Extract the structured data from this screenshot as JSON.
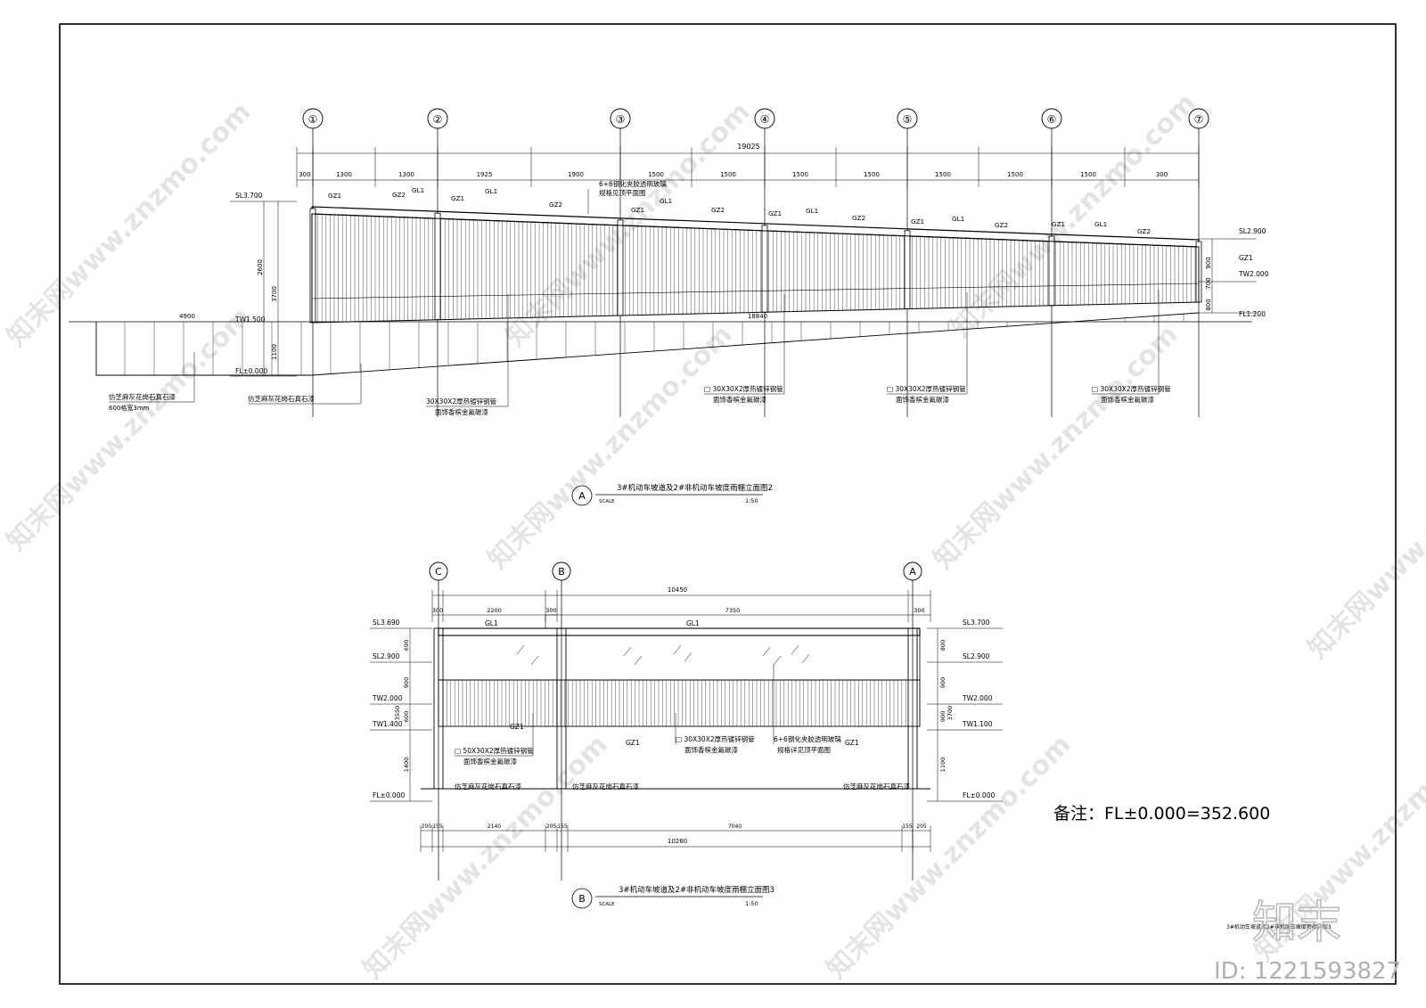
{
  "elev_a": {
    "axes": [
      "①",
      "②",
      "③",
      "④",
      "⑤",
      "⑥",
      "⑦"
    ],
    "total_dim": "19025",
    "dims": [
      "300",
      "1300",
      "1300",
      "1925",
      "1900",
      "1500",
      "1500",
      "1500",
      "1500",
      "1500",
      "1500",
      "1500",
      "300"
    ],
    "levels": {
      "sl_left": "SL3.700",
      "tw_left": "TW1.500",
      "fl": "FL±0.000",
      "sl_right": "SL2.900",
      "tw_right": "TW2.000",
      "fl_right": "FL1.200",
      "gz_right": "GZ1"
    },
    "vdims_left": [
      "2600",
      "3700",
      "1100"
    ],
    "vdims_right": [
      "900",
      "700",
      "800"
    ],
    "beam_tags": [
      "GZ1",
      "GZ2",
      "GL1",
      "GZ1",
      "GL1",
      "GZ2",
      "GZ1",
      "GL1",
      "GZ2",
      "GZ1",
      "GL1",
      "GZ2",
      "GZ1",
      "GL1",
      "GZ2",
      "GZ1",
      "GL1",
      "GZ2"
    ],
    "ramp_len": "4900",
    "span_len": "18840",
    "notes": {
      "glass": [
        "6+6钢化夹胶透明玻璃",
        "规格见顶平面图"
      ],
      "ramp": [
        "仿芝麻灰花岗石真石漆",
        "600格宽3mm"
      ],
      "wall": [
        "仿芝麻灰花岗石真石漆"
      ],
      "pipe1": [
        "30X30X2厚热镀锌钢管",
        "面饰香槟金氟碳漆"
      ],
      "pipe2": [
        "□ 30X30X2厚热镀锌钢管",
        "面饰香槟金氟碳漆"
      ],
      "pipe3": [
        "□ 30X30X2厚热镀锌钢管",
        "面饰香槟金氟碳漆"
      ],
      "pipe4": [
        "□ 30X30X2厚热镀锌钢管",
        "面饰香槟金氟碳漆"
      ]
    },
    "title": {
      "letter": "A",
      "text": "3#机动车坡道及2#非机动车坡度雨棚立面图2",
      "scale_label": "SCALE",
      "scale": "1:50"
    }
  },
  "elev_b": {
    "axes": [
      "C",
      "B",
      "A"
    ],
    "total_dim": "10450",
    "dims": [
      "300",
      "2200",
      "300",
      "7350",
      "300"
    ],
    "bottom_dims": [
      "205",
      "155",
      "2140",
      "205",
      "155",
      "7040",
      "155",
      "205"
    ],
    "bottom_total": "10260",
    "levels_left": [
      "SL3.690",
      "SL2.900",
      "TW2.000",
      "TW1.400",
      "FL±0.000"
    ],
    "levels_right": [
      "SL3.700",
      "SL2.900",
      "TW2.000",
      "TW1.100",
      "FL±0.000"
    ],
    "vdims_left": [
      "690",
      "900",
      "600",
      "1400",
      "3550"
    ],
    "vdims_right": [
      "800",
      "900",
      "900",
      "1100",
      "3700"
    ],
    "tags": [
      "GL1",
      "GL1",
      "GZ1",
      "GZ1",
      "GZ1"
    ],
    "notes": {
      "pipe_l": [
        "□ 50X30X2厚热镀锌钢管",
        "面饰香槟金氟碳漆"
      ],
      "pipe_m": [
        "□ 30X30X2厚热镀锌钢管",
        "面饰香槟金氟碳漆"
      ],
      "glass": [
        "6+6钢化夹胶透明玻璃",
        "规格详见顶平面图"
      ],
      "stone_l": "仿芝麻灰花岗石真石漆",
      "stone_m": "仿芝麻灰花岗石真石漆",
      "stone_r": "仿芝麻灰花岗石真石漆"
    },
    "title": {
      "letter": "B",
      "text": "3#机动车坡道及2#非机动车坡度雨棚立面图3",
      "scale_label": "SCALE",
      "scale": "1:50"
    }
  },
  "remark": "备注：FL±0.000=352.600",
  "sheet_title": "3#机动车坡道及2#非机动车坡度雨棚详图3",
  "logo": "知末",
  "id_text": "ID: 1221593827",
  "watermark": "知末网www.znzmo.com"
}
